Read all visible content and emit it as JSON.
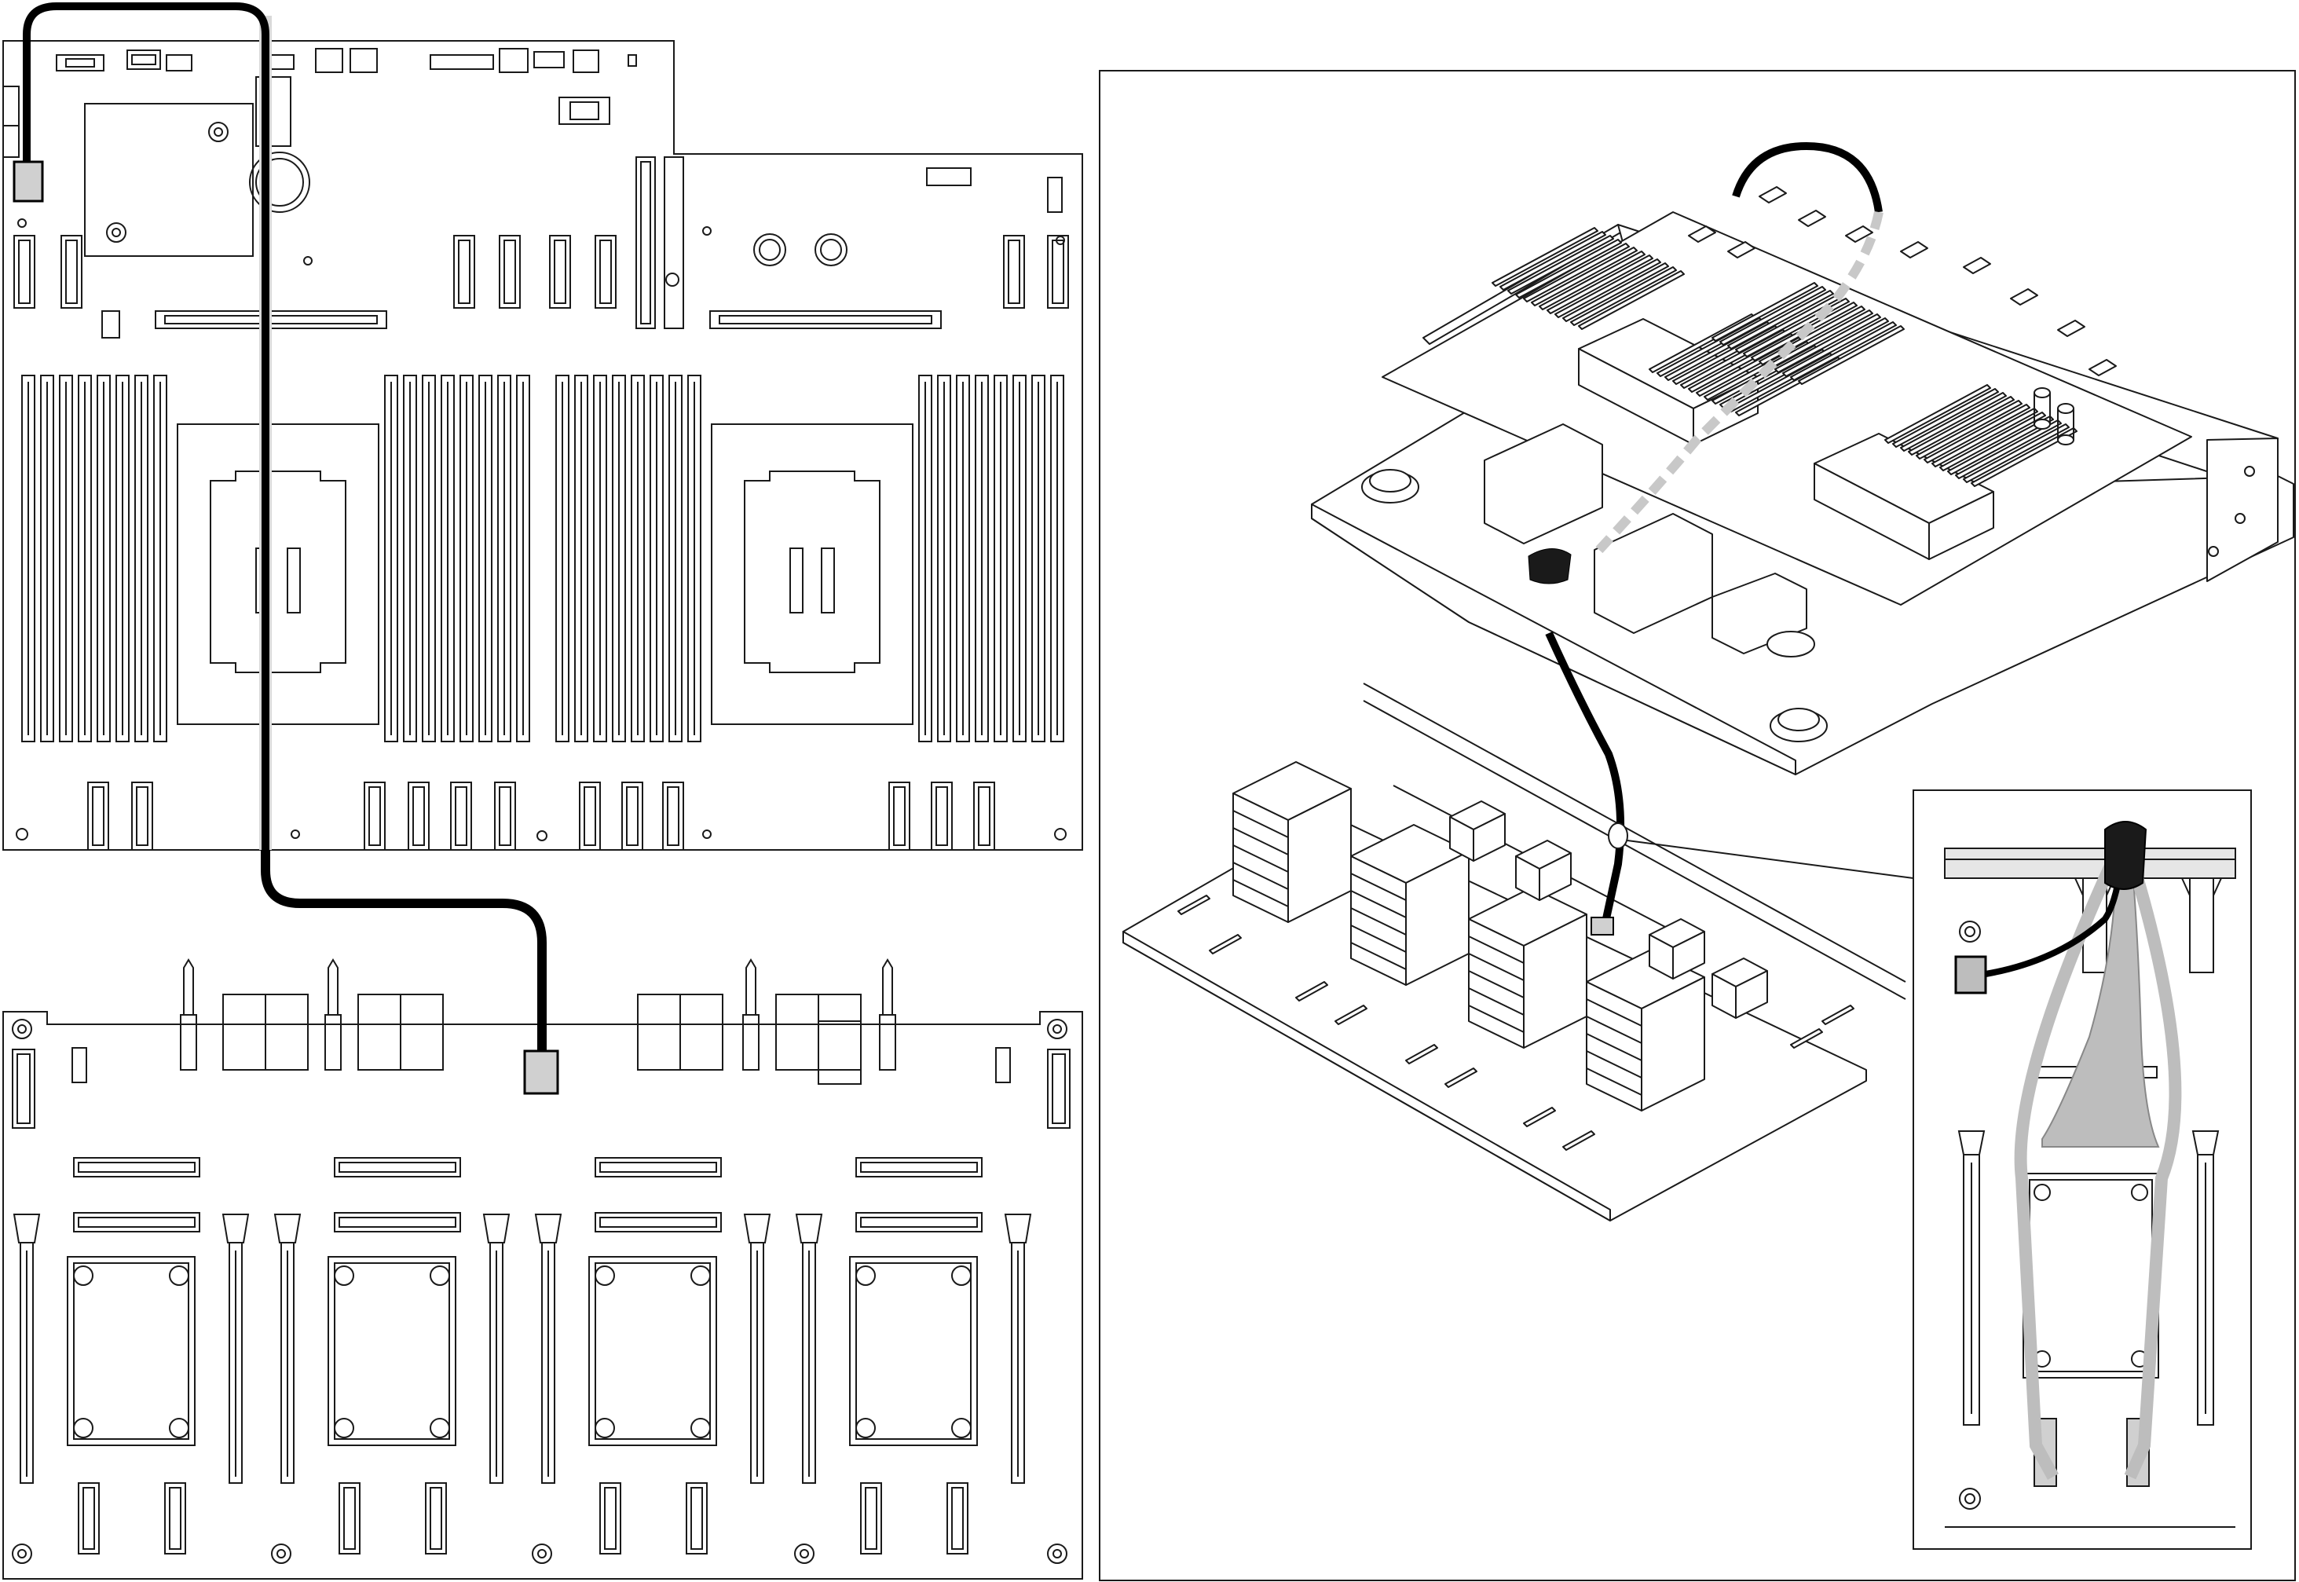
{
  "diagram": {
    "panels": [
      {
        "id": "top-view",
        "description": ""
      },
      {
        "id": "iso-view",
        "description": ""
      },
      {
        "id": "detail-view",
        "description": ""
      }
    ],
    "colors": {
      "line": "#1a1a1a",
      "cable": "#000000",
      "cable_ghost": "#d9d9d9",
      "connector_fill": "#d0d0d0",
      "board_fill": "#ffffff",
      "detail_cable_fill": "#bdbdbd"
    },
    "icons": [
      "connector-icon",
      "mounting-hole-icon",
      "cable-tie-icon"
    ]
  }
}
